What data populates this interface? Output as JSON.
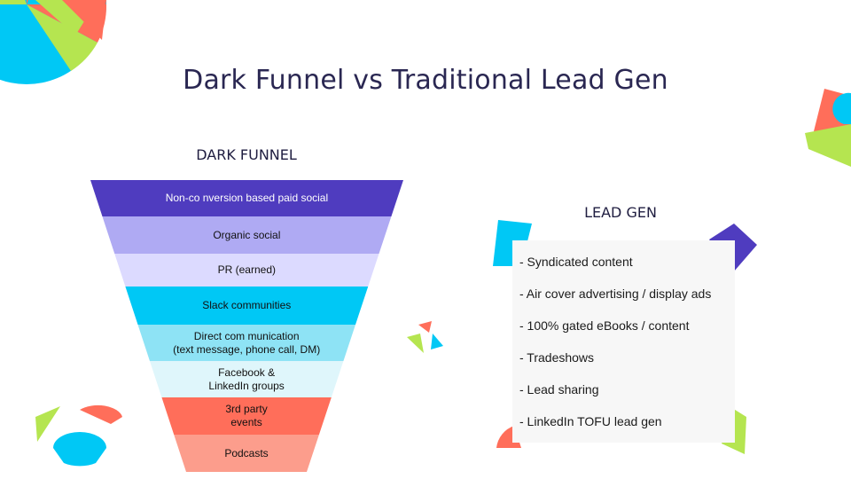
{
  "slide": {
    "title": "Dark Funnel vs Traditional Lead Gen"
  },
  "dark_funnel": {
    "heading": "DARK FUNNEL",
    "stages": [
      {
        "label": "Non-co nversion based paid social",
        "color": "#4f3cbf"
      },
      {
        "label": "Organic social",
        "color": "#afaaf3"
      },
      {
        "label": "PR (earned)",
        "color": "#dcdaff"
      },
      {
        "label": "Slack communities",
        "color": "#00c8f5"
      },
      {
        "label": "Direct com munication\n(text message, phone call, DM)",
        "color": "#8ee3f5"
      },
      {
        "label": "Facebook &\nLinkedIn groups",
        "color": "#dff6fb"
      },
      {
        "label": "3rd party\nevents",
        "color": "#ff6e5a"
      },
      {
        "label": "Podcasts",
        "color": "#fc9d8c"
      }
    ]
  },
  "lead_gen": {
    "heading": "LEAD GEN",
    "items": [
      "- Syndicated content",
      "- Air cover advertising / display ads",
      "- 100% gated eBooks / content",
      "- Tradeshows",
      "- Lead sharing",
      "- LinkedIn TOFU lead gen"
    ]
  },
  "colors": {
    "purple": "#4f3cbf",
    "cyan": "#00c8f5",
    "coral": "#ff6e5a",
    "lime": "#b5e550",
    "title": "#2a2752"
  }
}
